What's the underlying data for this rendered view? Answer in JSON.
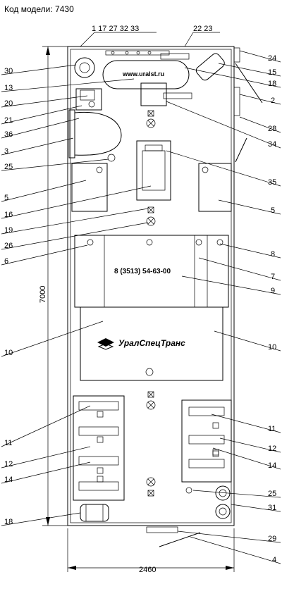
{
  "title": "Код модели: 7430",
  "website": "www.uralst.ru",
  "phone": "8 (3513) 54-63-00",
  "brand": "УралСпецТранс",
  "dimensions": {
    "length": "7000",
    "width": "2460"
  },
  "callouts_left": [
    "30",
    "13",
    "20",
    "21",
    "36",
    "3",
    "25",
    "5",
    "16",
    "19",
    "26",
    "6",
    "10",
    "11",
    "12",
    "14",
    "18"
  ],
  "callouts_right": [
    "24",
    "15",
    "18",
    "2",
    "28",
    "34",
    "35",
    "5",
    "8",
    "7",
    "9",
    "10",
    "11",
    "12",
    "14",
    "25",
    "31",
    "29",
    "4"
  ],
  "callouts_top": {
    "group1": "1  17  27  32  33",
    "group2": "22  23"
  }
}
